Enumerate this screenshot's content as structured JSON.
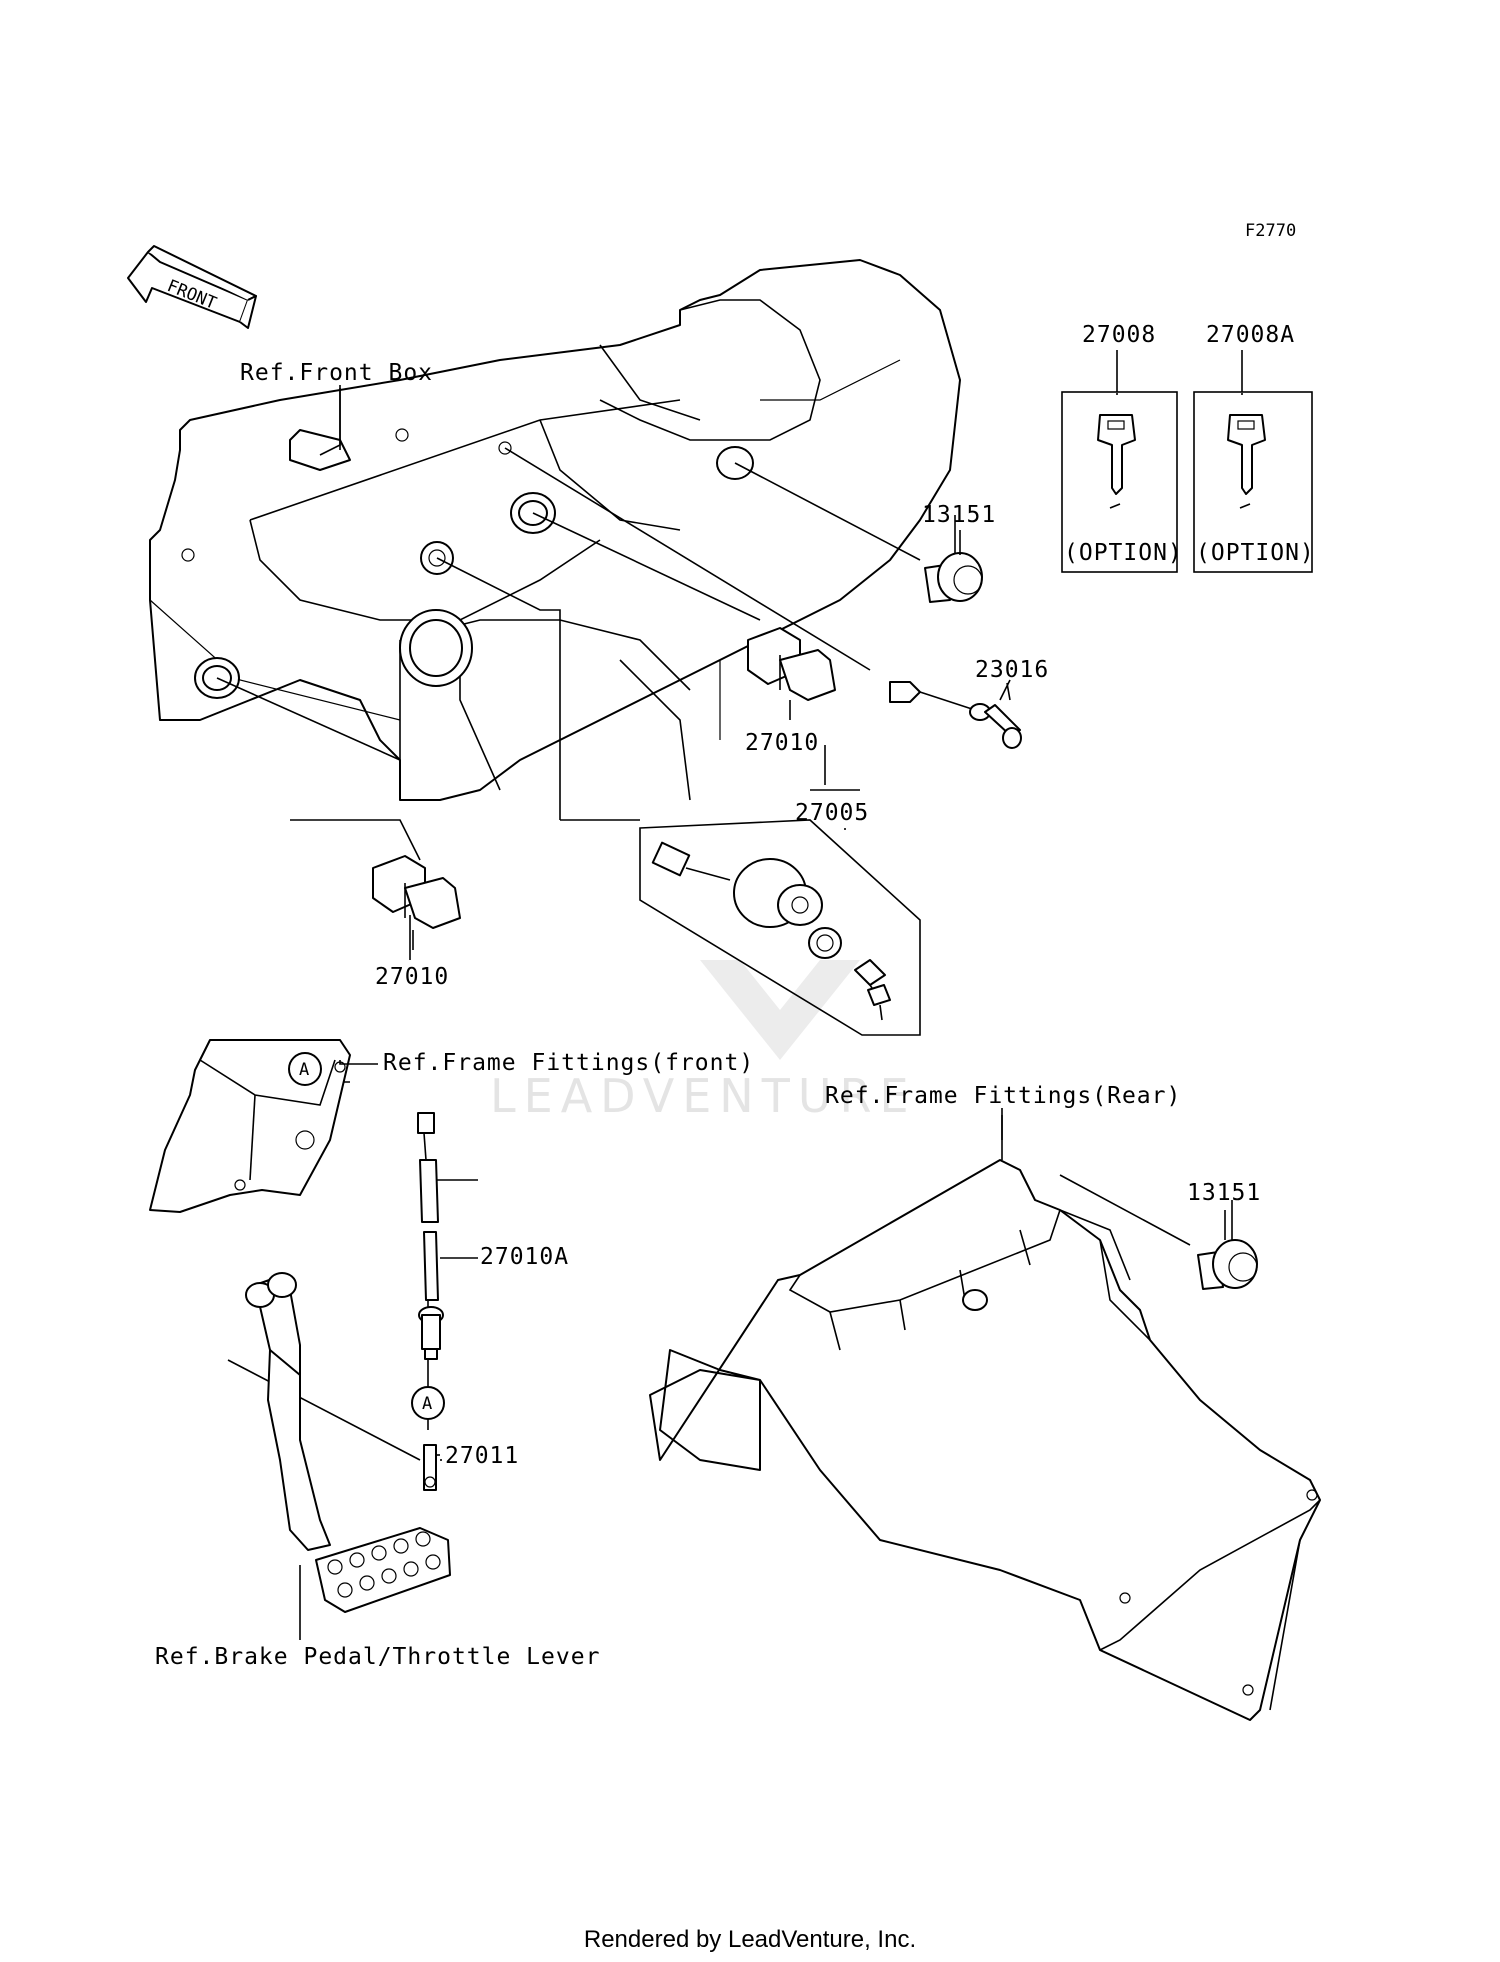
{
  "diagram_code": "F2770",
  "front_arrow": "FRONT",
  "watermark": "LEADVENTURE",
  "footer": "Rendered by LeadVenture, Inc.",
  "refs": {
    "front_box": "Ref.Front Box",
    "frame_front": "Ref.Frame Fittings(front)",
    "frame_rear": "Ref.Frame Fittings(Rear)",
    "brake_pedal": "Ref.Brake Pedal/Throttle Lever"
  },
  "parts": {
    "p27008": "27008",
    "p27008A": "27008A",
    "p13151_top": "13151",
    "p23016": "23016",
    "p27010_right": "27010",
    "p27005": "27005",
    "p27010_left": "27010",
    "p27010A": "27010A",
    "p27011": "27011",
    "p13151_bottom": "13151"
  },
  "options": {
    "opt1": "(OPTION)",
    "opt2": "(OPTION)"
  },
  "callout_a": "A"
}
